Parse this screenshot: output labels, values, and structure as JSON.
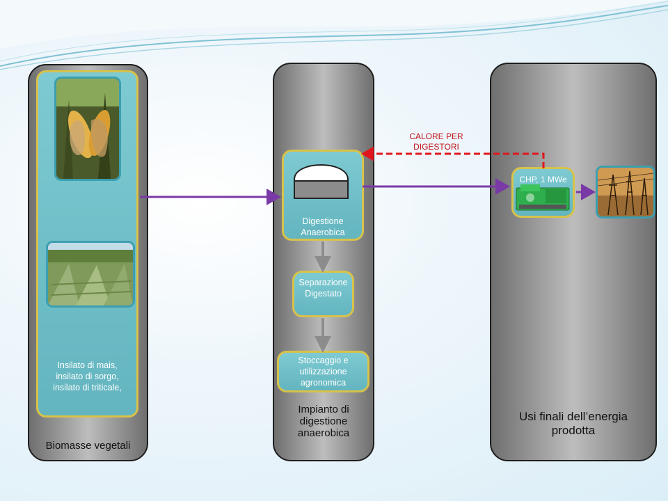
{
  "column_biomass": {
    "label": "Biomasse vegetali",
    "description": "Insilato di mais, insilato di sorgo, insilato di triticale,",
    "description_lines": [
      "Insilato di mais,",
      "insilato di sorgo,",
      "insilato di triticale,"
    ]
  },
  "column_plant": {
    "label_lines": [
      "Impianto di",
      "digestione",
      "anaerobica"
    ],
    "digestion": [
      "Digestione",
      "Anaerobica"
    ],
    "separation": [
      "Separazione",
      "Digestato"
    ],
    "storage": [
      "Stoccaggio e",
      "utilizzazione",
      "agronomica"
    ]
  },
  "column_uses": {
    "label_lines": [
      "Usi finali dell’energia",
      "prodotta"
    ],
    "chp_label": "CHP, 1 MWe"
  },
  "heat_feedback": {
    "label_lines": [
      "CALORE PER",
      "DIGESTORI"
    ]
  },
  "colors": {
    "flow_arrow": "#7a3aa6",
    "heat_arrow": "#e0161d",
    "down_arrow": "#8c8c8c",
    "panel_border": "#d8c24a",
    "panel_fill": "#6ab9c3"
  },
  "icons": [
    "corn-photo",
    "sorghum-field-photo",
    "digester-tank-icon",
    "chp-generator-icon",
    "power-pylon-photo"
  ]
}
